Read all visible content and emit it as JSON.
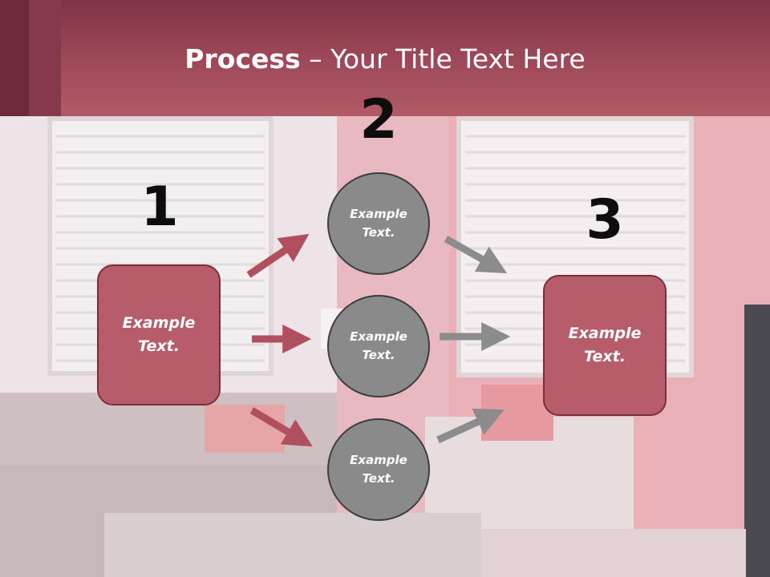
{
  "slide": {
    "title_bold": "Process",
    "title_rest": " – Your Title Text Here",
    "steps": [
      {
        "number": "1",
        "text": "Example Text."
      },
      {
        "number": "2",
        "text": "Example Text."
      },
      {
        "number": "3",
        "text": "Example Text."
      }
    ],
    "circles": [
      {
        "text": "Example Text."
      },
      {
        "text": "Example Text."
      },
      {
        "text": "Example Text."
      }
    ]
  },
  "colors": {
    "header": "#9a4656",
    "box_fill": "#b75c6b",
    "circle_fill": "#8a8a8a",
    "arrow_red": "#b0505f",
    "arrow_gray": "#8c8c8c"
  }
}
